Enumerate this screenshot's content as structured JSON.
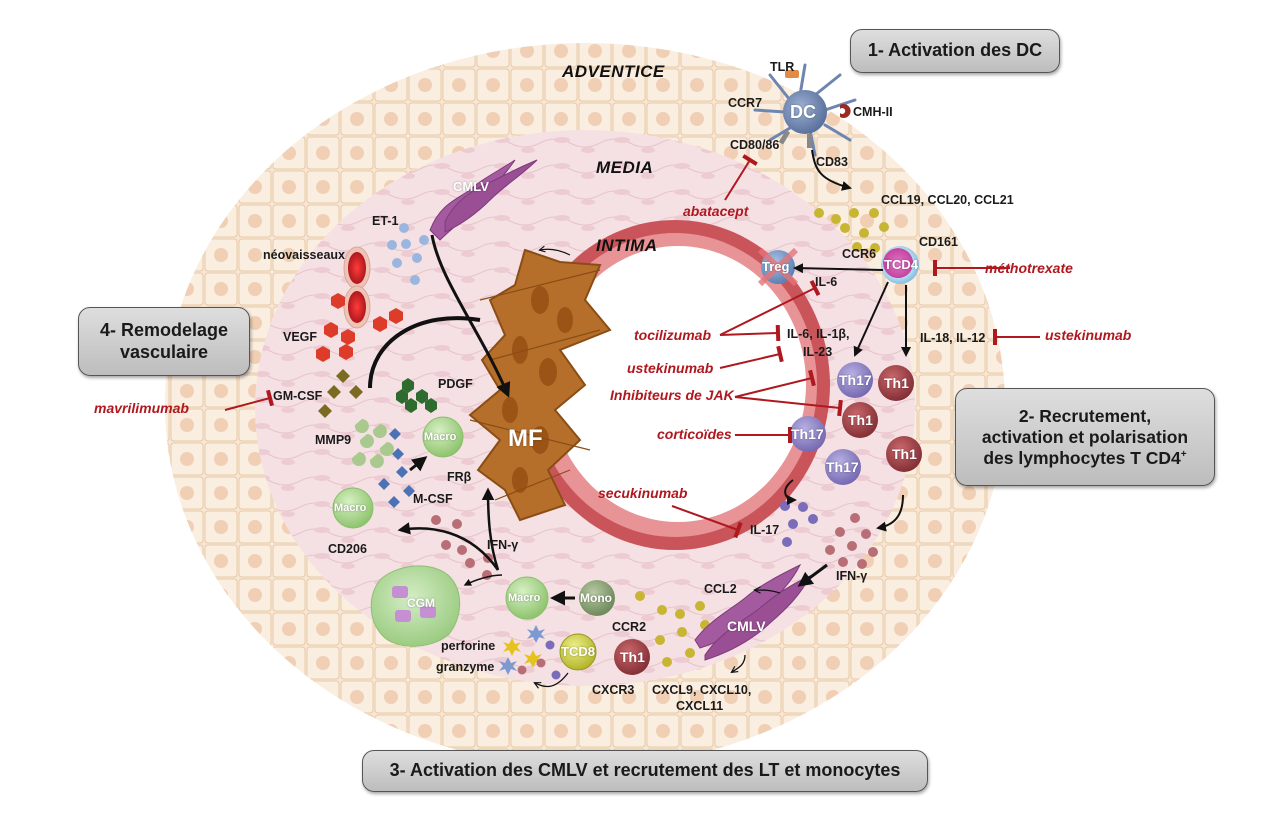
{
  "steps": {
    "step1": "1- Activation des DC",
    "step2_line1": "2- Recrutement,",
    "step2_line2": "activation et polarisation",
    "step2_line3": "des lymphocytes T CD4",
    "step2_sup": "+",
    "step3": "3- Activation des CMLV et recrutement des LT et monocytes",
    "step4_line1": "4- Remodelage",
    "step4_line2": "vasculaire"
  },
  "layers": {
    "adventice": "ADVENTICE",
    "media": "MEDIA",
    "intima": "INTIMA"
  },
  "cells": {
    "dc": "DC",
    "tcd4": "TCD4",
    "treg": "Treg",
    "th17_a": "Th17",
    "th17_b": "Th17",
    "th17_c": "Th17",
    "th1_a": "Th1",
    "th1_b": "Th1",
    "th1_c": "Th1",
    "th1_d": "Th1",
    "cmlv_top": "CMLV",
    "cmlv_bottom": "CMLV",
    "mf": "MF",
    "macro_frb": "Macro",
    "macro_cd206": "Macro",
    "macro_mono": "Macro",
    "mono": "Mono",
    "cgm": "CGM",
    "tcd8": "TCD8"
  },
  "labels": {
    "tlr": "TLR",
    "ccr7": "CCR7",
    "cmh_ii": "CMH-II",
    "cd80_86": "CD80/86",
    "cd83": "CD83",
    "ccl19_20_21": "CCL19, CCL20, CCL21",
    "ccr6": "CCR6",
    "cd161": "CD161",
    "il6": "IL-6",
    "il6_il1b": "IL-6, IL-1β,",
    "il23": "IL-23",
    "il18_il12": "IL-18, IL-12",
    "il17": "IL-17",
    "ifng_right": "IFN-γ",
    "ifng_left": "IFN-γ",
    "ccl2": "CCL2",
    "ccr2": "CCR2",
    "cxcr3": "CXCR3",
    "cxcl_line1": "CXCL9, CXCL10,",
    "cxcl_line2": "CXCL11",
    "perforine": "perforine",
    "granzyme": "granzyme",
    "cd206": "CD206",
    "m_csf": "M-CSF",
    "fr_beta": "FRβ",
    "pdgf": "PDGF",
    "mmp9": "MMP9",
    "gm_csf": "GM-CSF",
    "vegf": "VEGF",
    "neovaisseaux": "néovaisseaux",
    "et1": "ET-1"
  },
  "drugs": {
    "abatacept": "abatacept",
    "methotrexate": "méthotrexate",
    "ustekinumab_right": "ustekinumab",
    "tocilizumab": "tocilizumab",
    "ustekinumab_left": "ustekinumab",
    "jak": "Inhibiteurs de JAK",
    "corticoides": "corticoïdes",
    "secukinumab": "secukinumab",
    "mavrilimumab": "mavrilimumab"
  },
  "colors": {
    "drug_red": "#b0181f",
    "adventice": "#f6dfc6",
    "media": "#f3dde1",
    "intima": "#c85a5e",
    "th17": "#8f86c4",
    "th1": "#9b3a3f",
    "macro": "#a9d48e",
    "mf": "#b7712a",
    "cmlv": "#9a4f95",
    "dc": "#6d85b0",
    "box": "#c8c8c8"
  }
}
